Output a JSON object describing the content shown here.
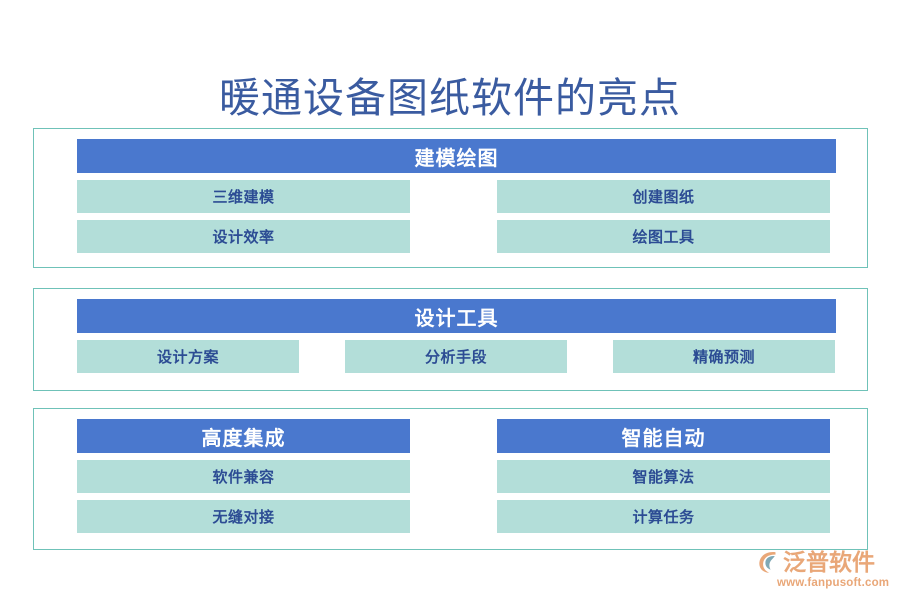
{
  "title": "暖通设备图纸软件的亮点",
  "colors": {
    "title_text": "#3a5ba0",
    "card_border": "#6fc2b8",
    "header_bg": "#4a78ce",
    "header_text": "#ffffff",
    "item_bg": "#b3ded9",
    "item_text": "#2c4c94",
    "logo_orange": "#e9a778",
    "logo_teal": "#7fa8b5",
    "page_bg": "#ffffff"
  },
  "sections": [
    {
      "id": "section-1",
      "layout": "single-header-two-columns",
      "header": "建模绘图",
      "columns": [
        {
          "items": [
            "三维建模",
            "设计效率"
          ]
        },
        {
          "items": [
            "创建图纸",
            "绘图工具"
          ]
        }
      ]
    },
    {
      "id": "section-2",
      "layout": "single-header-three-items",
      "header": "设计工具",
      "items": [
        "设计方案",
        "分析手段",
        "精确预测"
      ]
    },
    {
      "id": "section-3",
      "layout": "two-headers-two-columns",
      "columns": [
        {
          "header": "高度集成",
          "items": [
            "软件兼容",
            "无缝对接"
          ]
        },
        {
          "header": "智能自动",
          "items": [
            "智能算法",
            "计算任务"
          ]
        }
      ]
    }
  ],
  "logo": {
    "mark": "fanpu-leaf-logo-icon",
    "name": "泛普软件",
    "url": "www.fanpusoft.com"
  }
}
